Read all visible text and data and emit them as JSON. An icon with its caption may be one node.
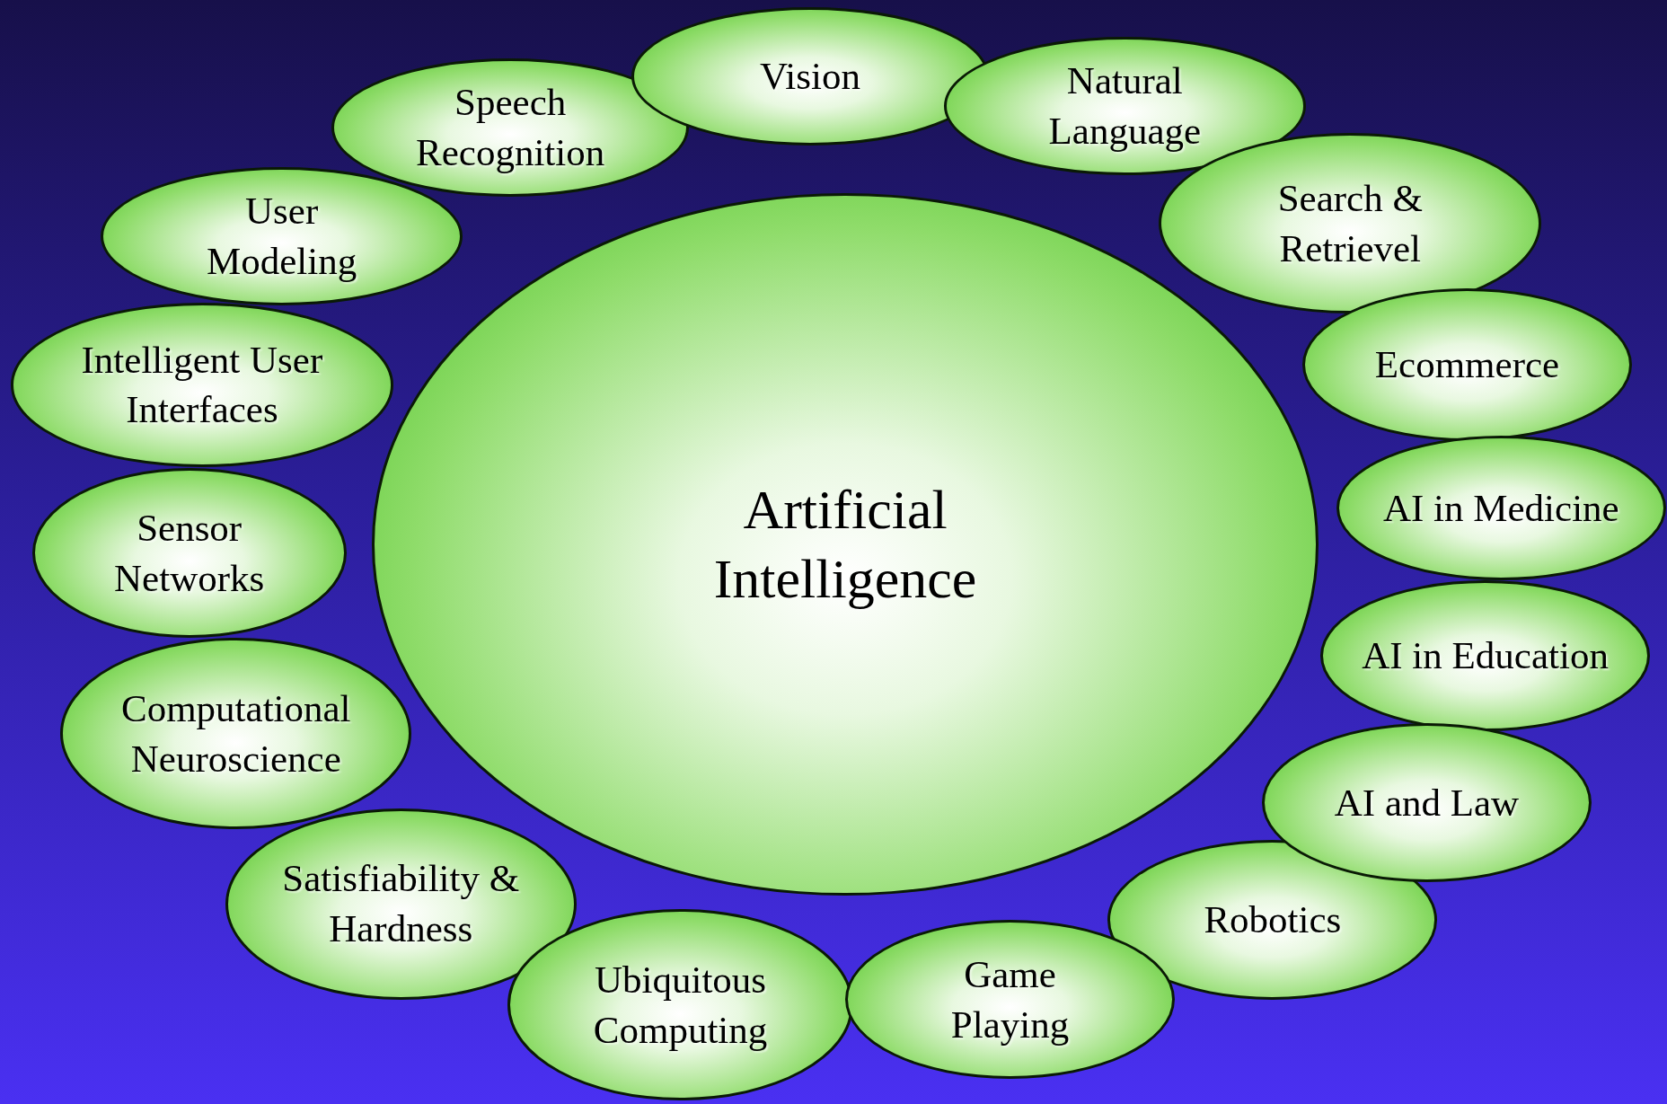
{
  "diagram": {
    "nodes": [
      {
        "text": [
          "Artificial Intelligence"
        ]
      },
      {
        "text": [
          "Vision"
        ]
      },
      {
        "text": [
          "Natural Language"
        ]
      },
      {
        "text": [
          "Search & Retrievel"
        ]
      },
      {
        "text": [
          "Ecommerce"
        ]
      },
      {
        "text": [
          "AI in Medicine"
        ]
      },
      {
        "text": [
          "AI in Education"
        ]
      },
      {
        "text": [
          "AI and Law"
        ]
      },
      {
        "text": [
          "Robotics"
        ]
      },
      {
        "text": [
          "Game Playing"
        ]
      },
      {
        "text": [
          "Ubiquitous Computing"
        ]
      },
      {
        "text": [
          "Satisfiability & Hardness"
        ]
      },
      {
        "text": [
          "Computational Neuroscience"
        ]
      },
      {
        "text": [
          "Sensor Networks"
        ]
      },
      {
        "text": [
          "Intelligent User Interfaces"
        ]
      },
      {
        "text": [
          "User Modeling"
        ]
      },
      {
        "text": [
          "Speech Recognition"
        ]
      }
    ]
  }
}
